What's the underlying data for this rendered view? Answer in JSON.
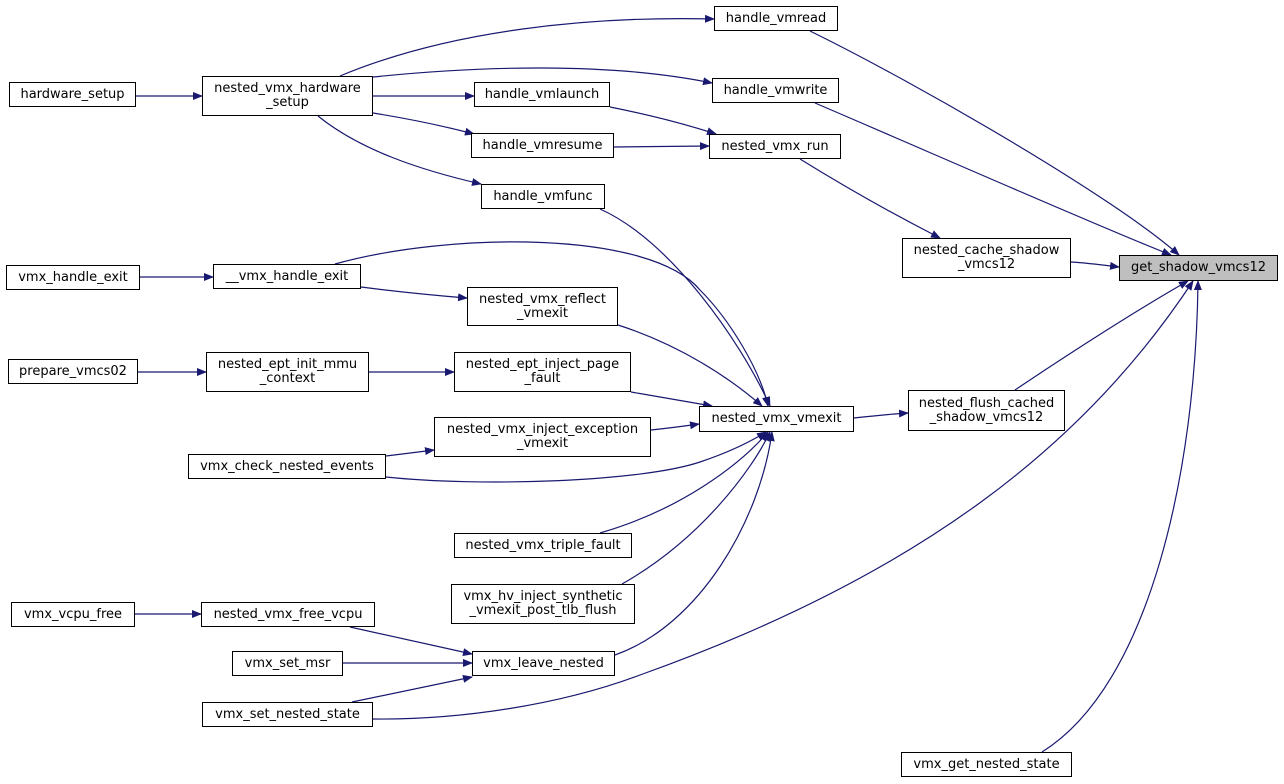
{
  "colors": {
    "edge": "#191970",
    "focus_fill": "#bfbfbf",
    "node_fill": "#ffffff",
    "node_border": "#000000"
  },
  "nodes": [
    {
      "id": "get_shadow_vmcs12",
      "lines": [
        "get_shadow_vmcs12"
      ],
      "focus": true
    },
    {
      "id": "handle_vmread",
      "lines": [
        "handle_vmread"
      ]
    },
    {
      "id": "handle_vmwrite",
      "lines": [
        "handle_vmwrite"
      ]
    },
    {
      "id": "handle_vmlaunch",
      "lines": [
        "handle_vmlaunch"
      ]
    },
    {
      "id": "handle_vmresume",
      "lines": [
        "handle_vmresume"
      ]
    },
    {
      "id": "nested_vmx_run",
      "lines": [
        "nested_vmx_run"
      ]
    },
    {
      "id": "handle_vmfunc",
      "lines": [
        "handle_vmfunc"
      ]
    },
    {
      "id": "hardware_setup",
      "lines": [
        "hardware_setup"
      ]
    },
    {
      "id": "nested_vmx_hardware_setup",
      "lines": [
        "nested_vmx_hardware",
        "_setup"
      ]
    },
    {
      "id": "nested_cache_shadow_vmcs12",
      "lines": [
        "nested_cache_shadow",
        "_vmcs12"
      ]
    },
    {
      "id": "vmx_handle_exit",
      "lines": [
        "vmx_handle_exit"
      ]
    },
    {
      "id": "__vmx_handle_exit",
      "lines": [
        "__vmx_handle_exit"
      ]
    },
    {
      "id": "nested_vmx_reflect_vmexit",
      "lines": [
        "nested_vmx_reflect",
        "_vmexit"
      ]
    },
    {
      "id": "prepare_vmcs02",
      "lines": [
        "prepare_vmcs02"
      ]
    },
    {
      "id": "nested_ept_init_mmu_context",
      "lines": [
        "nested_ept_init_mmu",
        "_context"
      ]
    },
    {
      "id": "nested_ept_inject_page_fault",
      "lines": [
        "nested_ept_inject_page",
        "_fault"
      ]
    },
    {
      "id": "nested_vmx_vmexit",
      "lines": [
        "nested_vmx_vmexit"
      ]
    },
    {
      "id": "nested_flush_cached_shadow_vmcs12",
      "lines": [
        "nested_flush_cached",
        "_shadow_vmcs12"
      ]
    },
    {
      "id": "nested_vmx_inject_exception_vmexit",
      "lines": [
        "nested_vmx_inject_exception",
        "_vmexit"
      ]
    },
    {
      "id": "vmx_check_nested_events",
      "lines": [
        "vmx_check_nested_events"
      ]
    },
    {
      "id": "nested_vmx_triple_fault",
      "lines": [
        "nested_vmx_triple_fault"
      ]
    },
    {
      "id": "vmx_hv_inject_synthetic_vmexit_post_tlb_flush",
      "lines": [
        "vmx_hv_inject_synthetic",
        "_vmexit_post_tlb_flush"
      ]
    },
    {
      "id": "vmx_vcpu_free",
      "lines": [
        "vmx_vcpu_free"
      ]
    },
    {
      "id": "nested_vmx_free_vcpu",
      "lines": [
        "nested_vmx_free_vcpu"
      ]
    },
    {
      "id": "vmx_set_msr",
      "lines": [
        "vmx_set_msr"
      ]
    },
    {
      "id": "vmx_leave_nested",
      "lines": [
        "vmx_leave_nested"
      ]
    },
    {
      "id": "vmx_set_nested_state",
      "lines": [
        "vmx_set_nested_state"
      ]
    },
    {
      "id": "vmx_get_nested_state",
      "lines": [
        "vmx_get_nested_state"
      ]
    }
  ],
  "edges": [
    {
      "from": "handle_vmread",
      "to": "get_shadow_vmcs12"
    },
    {
      "from": "handle_vmwrite",
      "to": "get_shadow_vmcs12"
    },
    {
      "from": "nested_cache_shadow_vmcs12",
      "to": "get_shadow_vmcs12"
    },
    {
      "from": "nested_flush_cached_shadow_vmcs12",
      "to": "get_shadow_vmcs12"
    },
    {
      "from": "vmx_set_nested_state",
      "to": "get_shadow_vmcs12"
    },
    {
      "from": "vmx_get_nested_state",
      "to": "get_shadow_vmcs12"
    },
    {
      "from": "nested_vmx_hardware_setup",
      "to": "handle_vmread"
    },
    {
      "from": "nested_vmx_hardware_setup",
      "to": "handle_vmwrite"
    },
    {
      "from": "nested_vmx_hardware_setup",
      "to": "handle_vmlaunch"
    },
    {
      "from": "nested_vmx_hardware_setup",
      "to": "handle_vmresume"
    },
    {
      "from": "nested_vmx_hardware_setup",
      "to": "handle_vmfunc"
    },
    {
      "from": "hardware_setup",
      "to": "nested_vmx_hardware_setup"
    },
    {
      "from": "handle_vmlaunch",
      "to": "nested_vmx_run"
    },
    {
      "from": "handle_vmresume",
      "to": "nested_vmx_run"
    },
    {
      "from": "nested_vmx_run",
      "to": "nested_cache_shadow_vmcs12"
    },
    {
      "from": "nested_vmx_vmexit",
      "to": "nested_flush_cached_shadow_vmcs12"
    },
    {
      "from": "handle_vmfunc",
      "to": "nested_vmx_vmexit"
    },
    {
      "from": "__vmx_handle_exit",
      "to": "nested_vmx_vmexit"
    },
    {
      "from": "nested_vmx_reflect_vmexit",
      "to": "nested_vmx_vmexit"
    },
    {
      "from": "nested_ept_inject_page_fault",
      "to": "nested_vmx_vmexit"
    },
    {
      "from": "nested_vmx_inject_exception_vmexit",
      "to": "nested_vmx_vmexit"
    },
    {
      "from": "vmx_check_nested_events",
      "to": "nested_vmx_vmexit"
    },
    {
      "from": "nested_vmx_triple_fault",
      "to": "nested_vmx_vmexit"
    },
    {
      "from": "vmx_hv_inject_synthetic_vmexit_post_tlb_flush",
      "to": "nested_vmx_vmexit"
    },
    {
      "from": "vmx_leave_nested",
      "to": "nested_vmx_vmexit"
    },
    {
      "from": "vmx_handle_exit",
      "to": "__vmx_handle_exit"
    },
    {
      "from": "__vmx_handle_exit",
      "to": "nested_vmx_reflect_vmexit"
    },
    {
      "from": "prepare_vmcs02",
      "to": "nested_ept_init_mmu_context"
    },
    {
      "from": "nested_ept_init_mmu_context",
      "to": "nested_ept_inject_page_fault"
    },
    {
      "from": "vmx_check_nested_events",
      "to": "nested_vmx_inject_exception_vmexit"
    },
    {
      "from": "vmx_vcpu_free",
      "to": "nested_vmx_free_vcpu"
    },
    {
      "from": "nested_vmx_free_vcpu",
      "to": "vmx_leave_nested"
    },
    {
      "from": "vmx_set_msr",
      "to": "vmx_leave_nested"
    },
    {
      "from": "vmx_set_nested_state",
      "to": "vmx_leave_nested"
    }
  ]
}
